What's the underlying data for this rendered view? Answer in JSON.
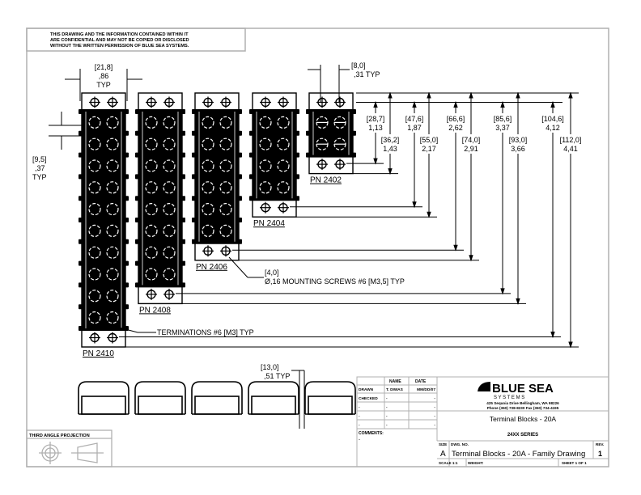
{
  "confidential_note": [
    "THIS DRAWING AND THE INFORMATION CONTAINED WITHIN IT",
    "ARE CONFIDENTIAL AND MAY NOT BE COPIED OR DISCLOSED",
    "WITHOUT THE WRITTEN PERMISSION OF BLUE SEA SYSTEMS."
  ],
  "blocks": [
    {
      "pn": "PN 2410",
      "terminals": 10
    },
    {
      "pn": "PN 2408",
      "terminals": 8
    },
    {
      "pn": "PN 2406",
      "terminals": 6
    },
    {
      "pn": "PN 2404",
      "terminals": 4
    },
    {
      "pn": "PN 2402",
      "terminals": 2
    }
  ],
  "dims": {
    "width": {
      "mm": "[21,8]",
      "in": ",86",
      "note": "TYP"
    },
    "pitch": {
      "mm": "[9,5]",
      "in": ",37",
      "note": "TYP"
    },
    "screw_spacing": {
      "mm": "[8,0]",
      "in": ",31 TYP"
    },
    "height": {
      "mm": "[13,0]",
      "in": ",51 TYP"
    },
    "center_to_center": [
      {
        "mm": "[28,7]",
        "in": "1,13"
      },
      {
        "mm": "[47,6]",
        "in": "1,87"
      },
      {
        "mm": "[66,6]",
        "in": "2,62"
      },
      {
        "mm": "[85,6]",
        "in": "3,37"
      },
      {
        "mm": "[104,6]",
        "in": "4,12"
      }
    ],
    "overall": [
      {
        "mm": "[36,2]",
        "in": "1,43"
      },
      {
        "mm": "[55,0]",
        "in": "2,17"
      },
      {
        "mm": "[74,0]",
        "in": "2,91"
      },
      {
        "mm": "[93,0]",
        "in": "3,66"
      },
      {
        "mm": "[112,0]",
        "in": "4,41"
      }
    ]
  },
  "callouts": {
    "mounting_mm": "[4,0]",
    "mounting": "Ø,16 MOUNTING SCREWS #6 [M3,5] TYP",
    "terminations": "TERMINATIONS #6 [M3] TYP"
  },
  "projection_label": "THIRD ANGLE PROJECTION",
  "title_block": {
    "headers": {
      "name": "NAME",
      "date": "DATE"
    },
    "rows": [
      {
        "label": "DRAWN",
        "name": "T. DIWAS",
        "date": "MM/DD/07"
      },
      {
        "label": "CHECKED",
        "name": "-",
        "date": "-"
      },
      {
        "label": "-",
        "name": "-",
        "date": "-"
      },
      {
        "label": "-",
        "name": "-",
        "date": "-"
      },
      {
        "label": "-",
        "name": "-",
        "date": "-"
      }
    ],
    "comments_label": "COMMENTS:",
    "comments": "-",
    "company": "BLUE SEA",
    "company_sub": "S Y S T E M S",
    "address": "425 Sequoia Drive   Bellingham, WA 98226",
    "phone": "Phone (360) 738-8230   Fax (360) 734-4195",
    "title": "Terminal Blocks - 20A",
    "series": "24XX SERIES",
    "size_label": "SIZE",
    "size": "A",
    "dwg_label": "DWG. NO.",
    "dwg_no": "Terminal Blocks - 20A - Family Drawing",
    "rev_label": "REV.",
    "rev": "1",
    "scale": "SCALE 1:1",
    "weight": "WEIGHT:",
    "sheet": "SHEET 1 OF 1"
  }
}
